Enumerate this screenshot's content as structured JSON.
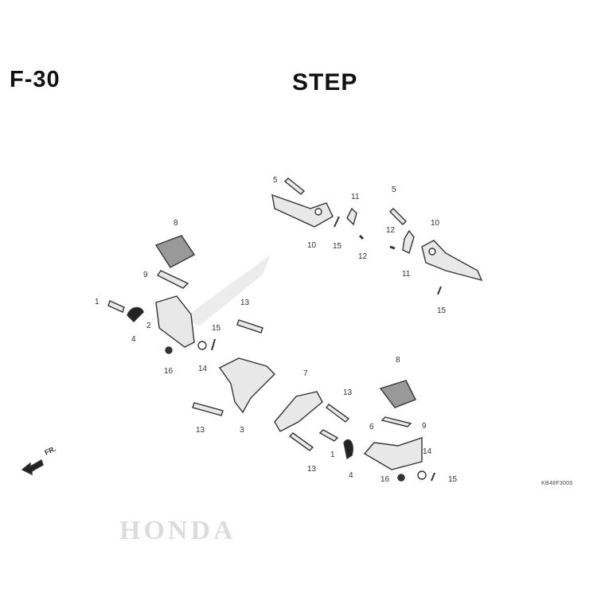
{
  "header": {
    "section_code": "F-30",
    "title": "STEP"
  },
  "watermark": "HONDA",
  "direction_label": "FR.",
  "diagram_code": "KB48F3000",
  "callouts": [
    "5",
    "10",
    "15",
    "11",
    "12",
    "5",
    "12",
    "11",
    "10",
    "15",
    "8",
    "9",
    "1",
    "2",
    "4",
    "16",
    "14",
    "15",
    "13",
    "13",
    "3",
    "7",
    "13",
    "13",
    "1",
    "4",
    "6",
    "8",
    "9",
    "14",
    "16",
    "15"
  ]
}
